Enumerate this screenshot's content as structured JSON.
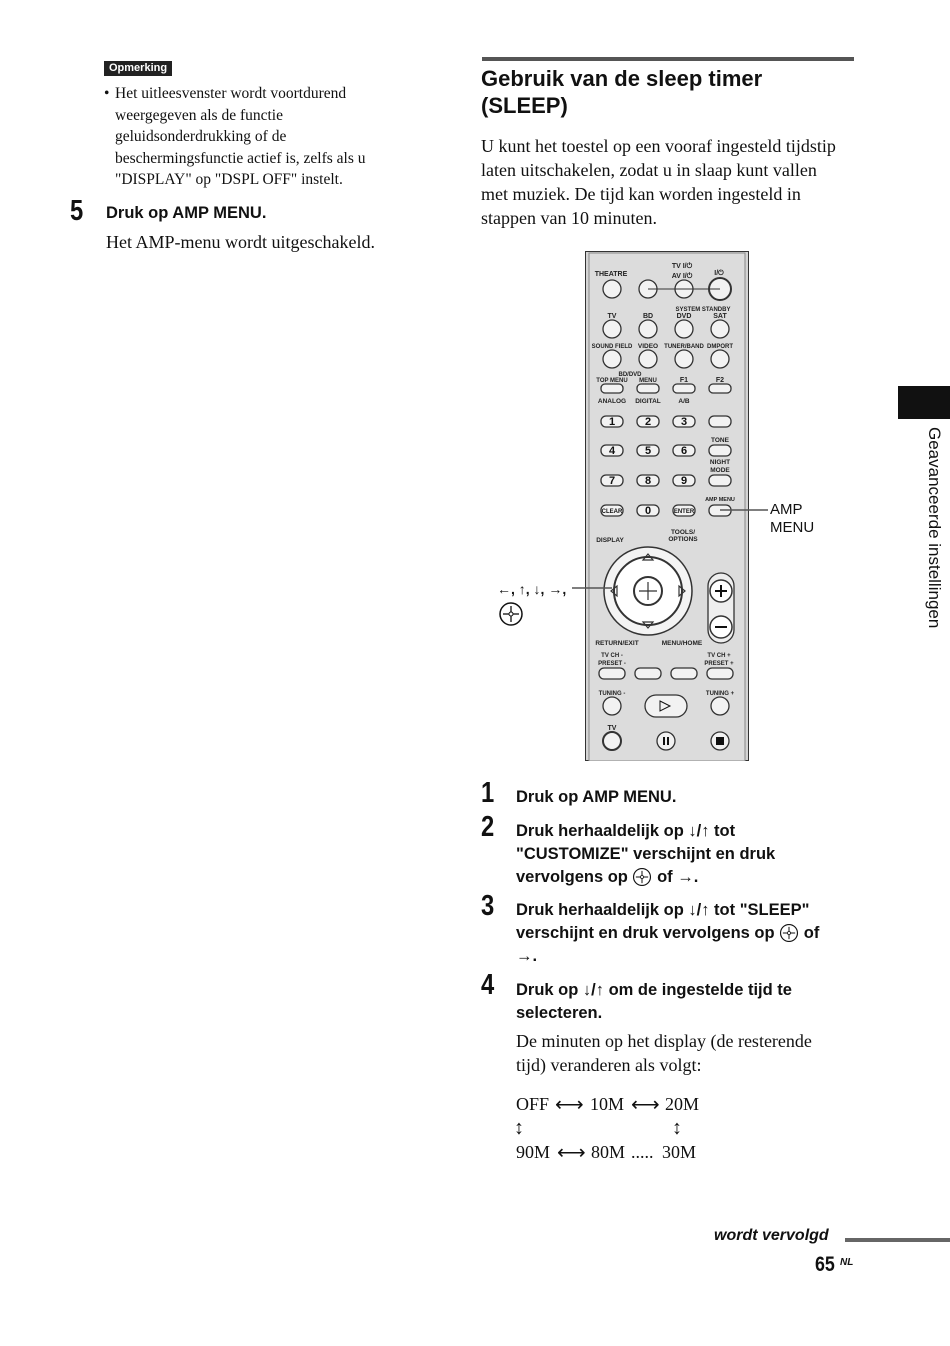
{
  "note": {
    "badge": "Opmerking",
    "bullet": "•",
    "lines": [
      "Het uitleesvenster wordt voortdurend",
      "weergegeven als de functie",
      "geluidsonderdrukking of de",
      "beschermingsfunctie actief is, zelfs als u",
      "\"DISPLAY\" op \"DSPL OFF\" instelt."
    ]
  },
  "left_step": {
    "number": "5",
    "title": "Druk op AMP MENU.",
    "body": "Het AMP-menu wordt uitgeschakeld."
  },
  "section": {
    "heading_lines": [
      "Gebruik van de sleep timer",
      "(SLEEP)"
    ],
    "intro_lines": [
      "U kunt het toestel op een vooraf ingesteld tijdstip",
      "laten uitschakelen, zodat u in slaap kunt vallen",
      "met muziek. De tijd kan worden ingesteld in",
      "stappen van 10 minuten."
    ]
  },
  "side_tab": {
    "text": "Geavanceerde instellingen"
  },
  "callouts": {
    "amp_menu_lines": [
      "AMP",
      "MENU"
    ],
    "arrows_label": "←, ↑, ↓, →,"
  },
  "remote": {
    "labels": {
      "theatre": "THEATRE",
      "tv_power": "TV I/⏻",
      "av_power": "AV I/⏻",
      "power": "I/⏻",
      "system_standby": "SYSTEM STANDBY",
      "tv": "TV",
      "bd": "BD",
      "dvd": "DVD",
      "sat": "SAT",
      "sound_field": "SOUND FIELD",
      "video": "VIDEO",
      "tuner_band": "TUNER/BAND",
      "dmport": "DMPORT",
      "bd_dvd": "BD/DVD",
      "top_menu": "TOP MENU",
      "menu": "MENU",
      "f1": "F1",
      "f2": "F2",
      "analog": "ANALOG",
      "digital": "DIGITAL",
      "ab": "A/B",
      "tone": "TONE",
      "night": "NIGHT",
      "mode": "MODE",
      "amp_menu": "AMP MENU",
      "clear": "CLEAR",
      "enter": "ENTER",
      "tools": "TOOLS/",
      "options": "OPTIONS",
      "display": "DISPLAY",
      "return_exit": "RETURN/EXIT",
      "menu_home": "MENU/HOME",
      "tv_ch_minus": "TV CH -",
      "preset_minus": "PRESET -",
      "tv_ch_plus": "TV CH +",
      "preset_plus": "PRESET +",
      "tuning_minus": "TUNING -",
      "tuning_plus": "TUNING +",
      "tv_bottom": "TV"
    },
    "keypad": [
      "1",
      "2",
      "3",
      "4",
      "5",
      "6",
      "7",
      "8",
      "9",
      "0"
    ]
  },
  "steps": [
    {
      "number": "1",
      "lines": [
        "Druk op AMP MENU."
      ]
    },
    {
      "number": "2",
      "lines": [
        "Druk herhaaldelijk op ↓/↑ tot",
        "\"CUSTOMIZE\" verschijnt en druk"
      ],
      "line3_before": "vervolgens op",
      "line3_after": "of →."
    },
    {
      "number": "3",
      "lines": [
        "Druk herhaaldelijk op ↓/↑ tot \"SLEEP\""
      ],
      "line2_before": "verschijnt en druk vervolgens op",
      "line2_after": "of",
      "line3": "→."
    },
    {
      "number": "4",
      "lines": [
        "Druk op ↓/↑ om de ingestelde tijd te",
        "selecteren."
      ],
      "desc_lines": [
        "De minuten op het display (de resterende",
        "tijd) veranderen als volgt:"
      ]
    }
  ],
  "sequence": {
    "off": "OFF",
    "m10": "10M",
    "m20": "20M",
    "m90": "90M",
    "m80": "80M",
    "dots": ".....",
    "m30": "30M",
    "lr_arrow": "⟷",
    "ud_arrow": "↕"
  },
  "footer": {
    "continued": "wordt vervolgd",
    "page": "65",
    "page_suffix": "NL"
  }
}
